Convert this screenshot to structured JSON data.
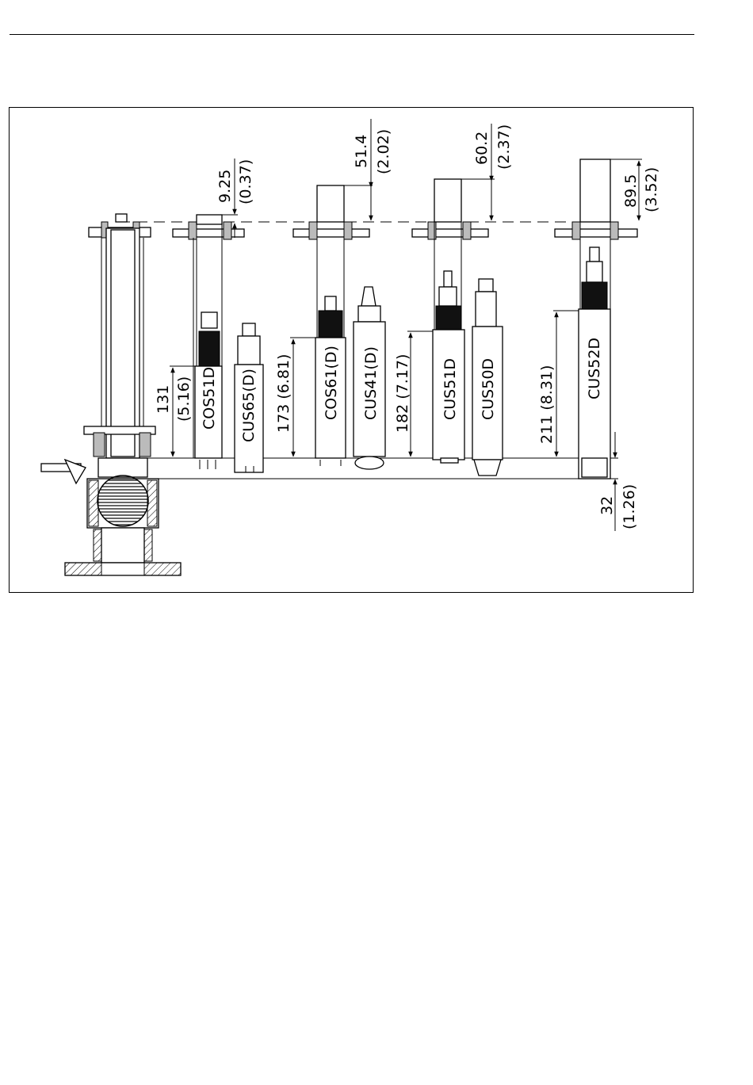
{
  "figure": {
    "sensors": [
      "COS51D",
      "CUS65(D)",
      "COS61(D)",
      "CUS41(D)",
      "CUS51D",
      "CUS50D",
      "CUS52D"
    ],
    "dimensions": {
      "d131_mm": "131",
      "d131_in": "(5.16)",
      "d925_mm": "9.25",
      "d925_in": "(0.37)",
      "d173": "173 (6.81)",
      "d514_mm": "51.4",
      "d514_in": "(2.02)",
      "d182": "182 (7.17)",
      "d602_mm": "60.2",
      "d602_in": "(2.37)",
      "d211": "211 (8.31)",
      "d895_mm": "89.5",
      "d895_in": "(3.52)",
      "d32_mm": "32",
      "d32_in": "(1.26)"
    }
  }
}
